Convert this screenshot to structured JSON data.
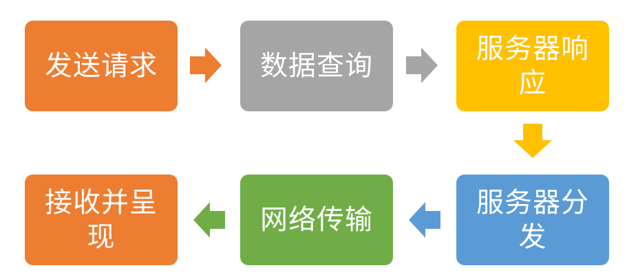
{
  "steps": {
    "send": {
      "label": "发送请求",
      "color": "#ED7D31"
    },
    "query": {
      "label": "数据查询",
      "color": "#A5A5A5"
    },
    "respond": {
      "label": "服务器响应",
      "color": "#FFC000"
    },
    "distribute": {
      "label": "服务器分发",
      "color": "#5B9BD5"
    },
    "transmit": {
      "label": "网络传输",
      "color": "#70AD47"
    },
    "receive": {
      "label": "接收并呈现",
      "color": "#ED7D31"
    }
  },
  "arrows": [
    {
      "from": "send",
      "to": "query",
      "direction": "right",
      "color": "#ED7D31"
    },
    {
      "from": "query",
      "to": "respond",
      "direction": "right",
      "color": "#A5A5A5"
    },
    {
      "from": "respond",
      "to": "distribute",
      "direction": "down",
      "color": "#FFC000"
    },
    {
      "from": "distribute",
      "to": "transmit",
      "direction": "left",
      "color": "#5B9BD5"
    },
    {
      "from": "transmit",
      "to": "receive",
      "direction": "left",
      "color": "#70AD47"
    }
  ]
}
